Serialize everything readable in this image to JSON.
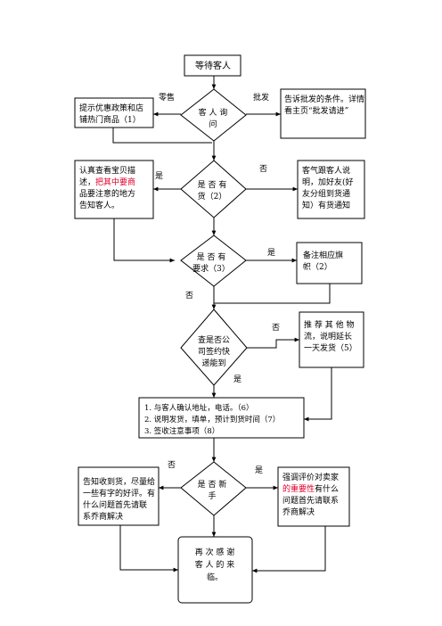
{
  "colors": {
    "line": "#000000",
    "highlight": "#e0002a",
    "text": "#000000"
  },
  "nodes": {
    "start": [
      "等待客人"
    ],
    "ask": [
      "客 人 询",
      "问"
    ],
    "retail_box": [
      "提示优惠政策和店",
      "铺热门商品（1）"
    ],
    "wholesale_box": [
      "告诉批发的条件。详情",
      "看主页“批发请进”"
    ],
    "has_stock": [
      "是 否 有",
      "货（2）"
    ],
    "describe_box": [
      {
        "text": "认真查看宝贝描",
        "red": false
      },
      {
        "text": "述，把其中要商",
        "red": true,
        "red_from": 2
      },
      {
        "text": "品要注意的地方",
        "red": true
      },
      {
        "text": "告知客人。",
        "red": true
      }
    ],
    "notify_box": [
      "客气跟客人说",
      "明，加好友(好",
      "友分组到货通",
      "知）有货通知"
    ],
    "has_req": [
      "是 否 有",
      "要求（3）"
    ],
    "note_box": [
      "备注相应旗",
      "帜（2）"
    ],
    "express": [
      "查是否公",
      "司签约快",
      "递能到"
    ],
    "recommend_box": [
      "推 荐 其 他 物",
      "流，说明延长",
      "一天发货（5）"
    ],
    "steps_box": [
      {
        "text": "1.   与客人确认地址，电话。（6）",
        "red": false
      },
      {
        "text": "2.   说明发货，填单，预计到货时间（7）",
        "red": false
      },
      {
        "text": "3.   签收注意事项（8）",
        "red": true
      }
    ],
    "is_new": [
      "是 否 新",
      "手"
    ],
    "old_box": [
      "告知收到货，尽量给",
      "一些有字的好评。有",
      "什么问题首先请联",
      "系乔商解决"
    ],
    "new_box": [
      {
        "text": "强调评价对卖家",
        "red": true
      },
      {
        "text": "的重要性有什么",
        "red": true,
        "red_to": 4
      },
      {
        "text": "问题首先请联系",
        "red": false
      },
      {
        "text": "乔商解决",
        "red": false
      }
    ],
    "thanks": [
      "再 次 感 谢",
      "客 人 的 来",
      "临。"
    ]
  },
  "edge_labels": {
    "retail": "零售",
    "wholesale": "批发",
    "stock_yes": "是",
    "stock_no": "否",
    "req_yes": "是",
    "req_no": "否",
    "express_no": "否",
    "express_yes": "是",
    "new_no": "否",
    "new_yes": "是"
  }
}
